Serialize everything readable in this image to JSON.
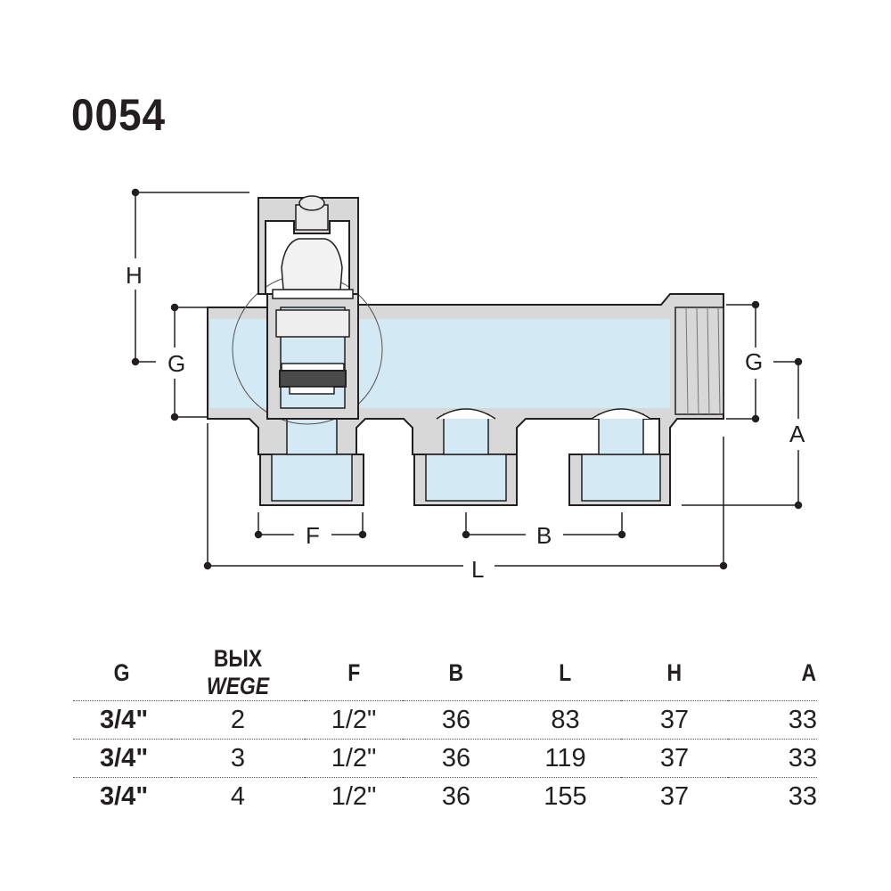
{
  "title": "0054",
  "dimensions": {
    "H": "H",
    "G_left": "G",
    "G_right": "G",
    "A": "A",
    "F": "F",
    "B": "B",
    "L": "L"
  },
  "table": {
    "headers": {
      "g": "G",
      "ways_ru": "ВЫХ",
      "ways_de": "WEGE",
      "f": "F",
      "b": "B",
      "l": "L",
      "h": "H",
      "a": "A"
    },
    "rows": [
      {
        "g": "3/4\"",
        "ways": "2",
        "f": "1/2\"",
        "b": "36",
        "l": "83",
        "h": "37",
        "a": "33"
      },
      {
        "g": "3/4\"",
        "ways": "3",
        "f": "1/2\"",
        "b": "36",
        "l": "119",
        "h": "37",
        "a": "33"
      },
      {
        "g": "3/4\"",
        "ways": "4",
        "f": "1/2\"",
        "b": "36",
        "l": "155",
        "h": "37",
        "a": "33"
      }
    ]
  },
  "colors": {
    "water": "#d3e9f3",
    "metal": "#d8d8d8",
    "outline": "#231f20",
    "seal": "#4a4a4a"
  }
}
